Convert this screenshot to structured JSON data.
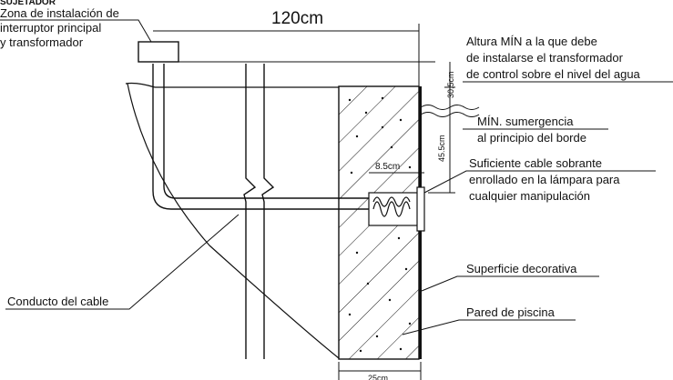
{
  "header_partial": "SUJETADOR",
  "dimensions": {
    "top_width": "120cm",
    "height_upper": "30.5cm",
    "height_lower": "45.5cm",
    "lamp_depth": "8.5cm",
    "wall_thickness": "25cm"
  },
  "labels": {
    "zone_line1": "Zona de instalación de",
    "zone_line2": "interruptor principal",
    "zone_line3": "y transformador",
    "min_height_line1": "Altura MÍN a la que debe",
    "min_height_line2": "de instalarse el transformador",
    "min_height_line3": "de control sobre el nivel del agua",
    "min_submersion_line1": "MÍN. sumergencia",
    "min_submersion_line2": "al principio del borde",
    "cable_line1": "Suficiente cable sobrante",
    "cable_line2": "enrollado en la lámpara para",
    "cable_line3": "cualquier manipulación",
    "decorative_surface": "Superficie decorativa",
    "pool_wall": "Pared de piscina",
    "cable_conduit": "Conducto del cable"
  }
}
